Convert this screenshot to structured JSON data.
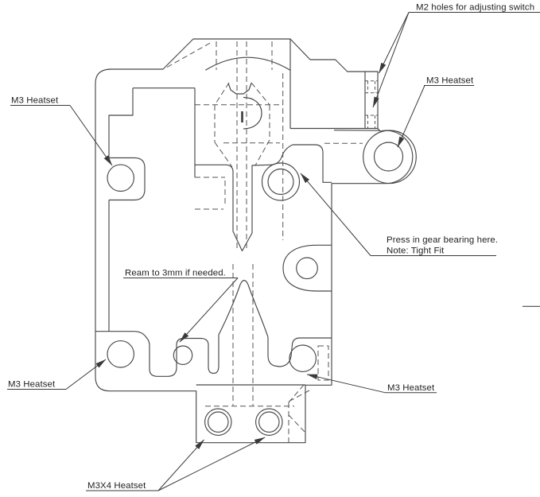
{
  "drawing": {
    "type": "technical-cad-callout-drawing",
    "subject": "extruder body plate with annotated holes",
    "labels": {
      "m2_holes": "M2 holes for adjusting switch",
      "m3_heatset_top_right": "M3 Heatset",
      "m3_heatset_top_left": "M3 Heatset",
      "press_bearing_line1": "Press in gear bearing here.",
      "press_bearing_line2": "Note: Tight Fit",
      "ream": "Ream to 3mm if needed.",
      "m3_heatset_bottom_left": "M3 Heatset",
      "m3_heatset_bottom_right": "M3 Heatset",
      "m3x4_heatset": "M3X4 Heatset"
    },
    "colors": {
      "background": "#ffffff",
      "geometry_line": "#474747",
      "hidden_line": "#565656",
      "annotation_line": "#3a3a3a",
      "text": "#1f1f1f"
    }
  }
}
